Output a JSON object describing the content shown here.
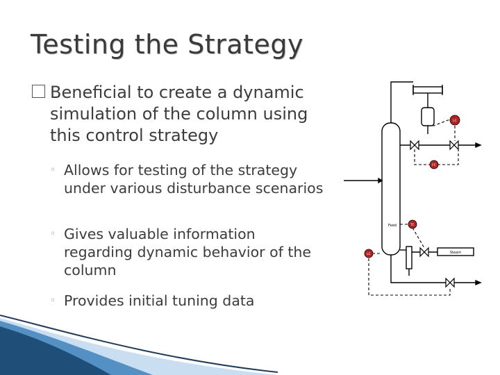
{
  "slide": {
    "title": "Testing the Strategy",
    "bullet": {
      "marker": "",
      "text": "Beneficial to create a dynamic simulation of the column using this control strategy"
    },
    "sub_bullets": [
      {
        "marker": "◦",
        "text": "Allows for testing of the strategy under various disturbance scenarios"
      },
      {
        "marker": "◦",
        "text": "Gives valuable information regarding dynamic behavior of the column"
      },
      {
        "marker": "◦",
        "text": "Provides initial tuning data"
      }
    ]
  },
  "diagram": {
    "controllers": [
      "LC",
      "FC",
      "TC",
      "LC"
    ],
    "labels": {
      "feed": "Feed",
      "steam": "Steam"
    },
    "colors": {
      "controller_fill": "#b22222",
      "line": "#000000"
    }
  },
  "decoration": {
    "swoosh_colors": [
      "#1f4e79",
      "#2e75b6",
      "#9dc3e6"
    ]
  }
}
